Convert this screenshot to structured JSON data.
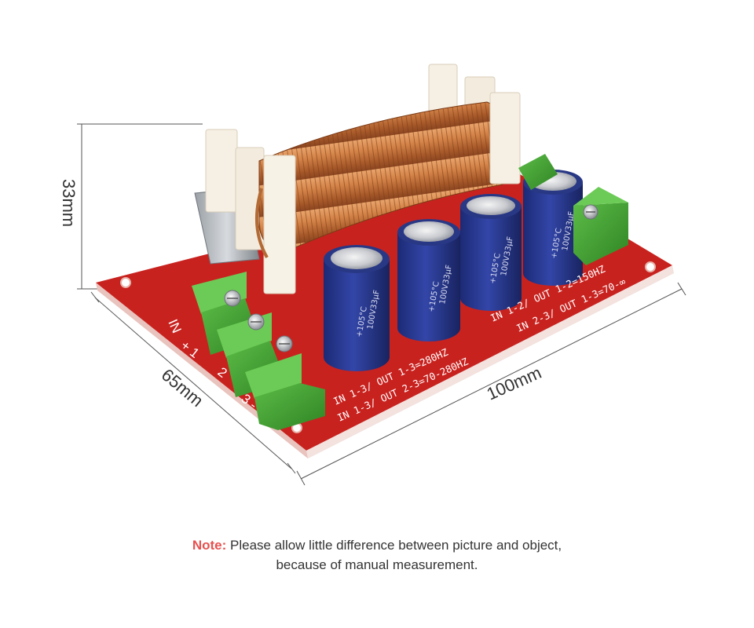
{
  "dimensions": {
    "height": "33mm",
    "width": "65mm",
    "length": "100mm"
  },
  "pcb": {
    "line1": "IN 1-3/ OUT 1-3=280HZ",
    "line2": "IN 1-3/ OUT 2-3=70-280HZ",
    "line3": "IN 1-2/ OUT 1-2=150HZ",
    "line4": "IN 2-3/ OUT 1-3=70-∞",
    "input_label": "IN",
    "pins": [
      "+ 1",
      "2",
      "3 -"
    ]
  },
  "capacitor": {
    "text1": "100V33μF",
    "text2": "+105°C"
  },
  "note": {
    "label": "Note:",
    "line1": " Please allow little difference between picture and object,",
    "line2": "because of manual measurement."
  },
  "colors": {
    "pcb": "#c8221f",
    "capacitor": "#2b3a8f",
    "terminal": "#4aa83a",
    "coil": "#c7773e",
    "note_label": "#e8504f"
  }
}
